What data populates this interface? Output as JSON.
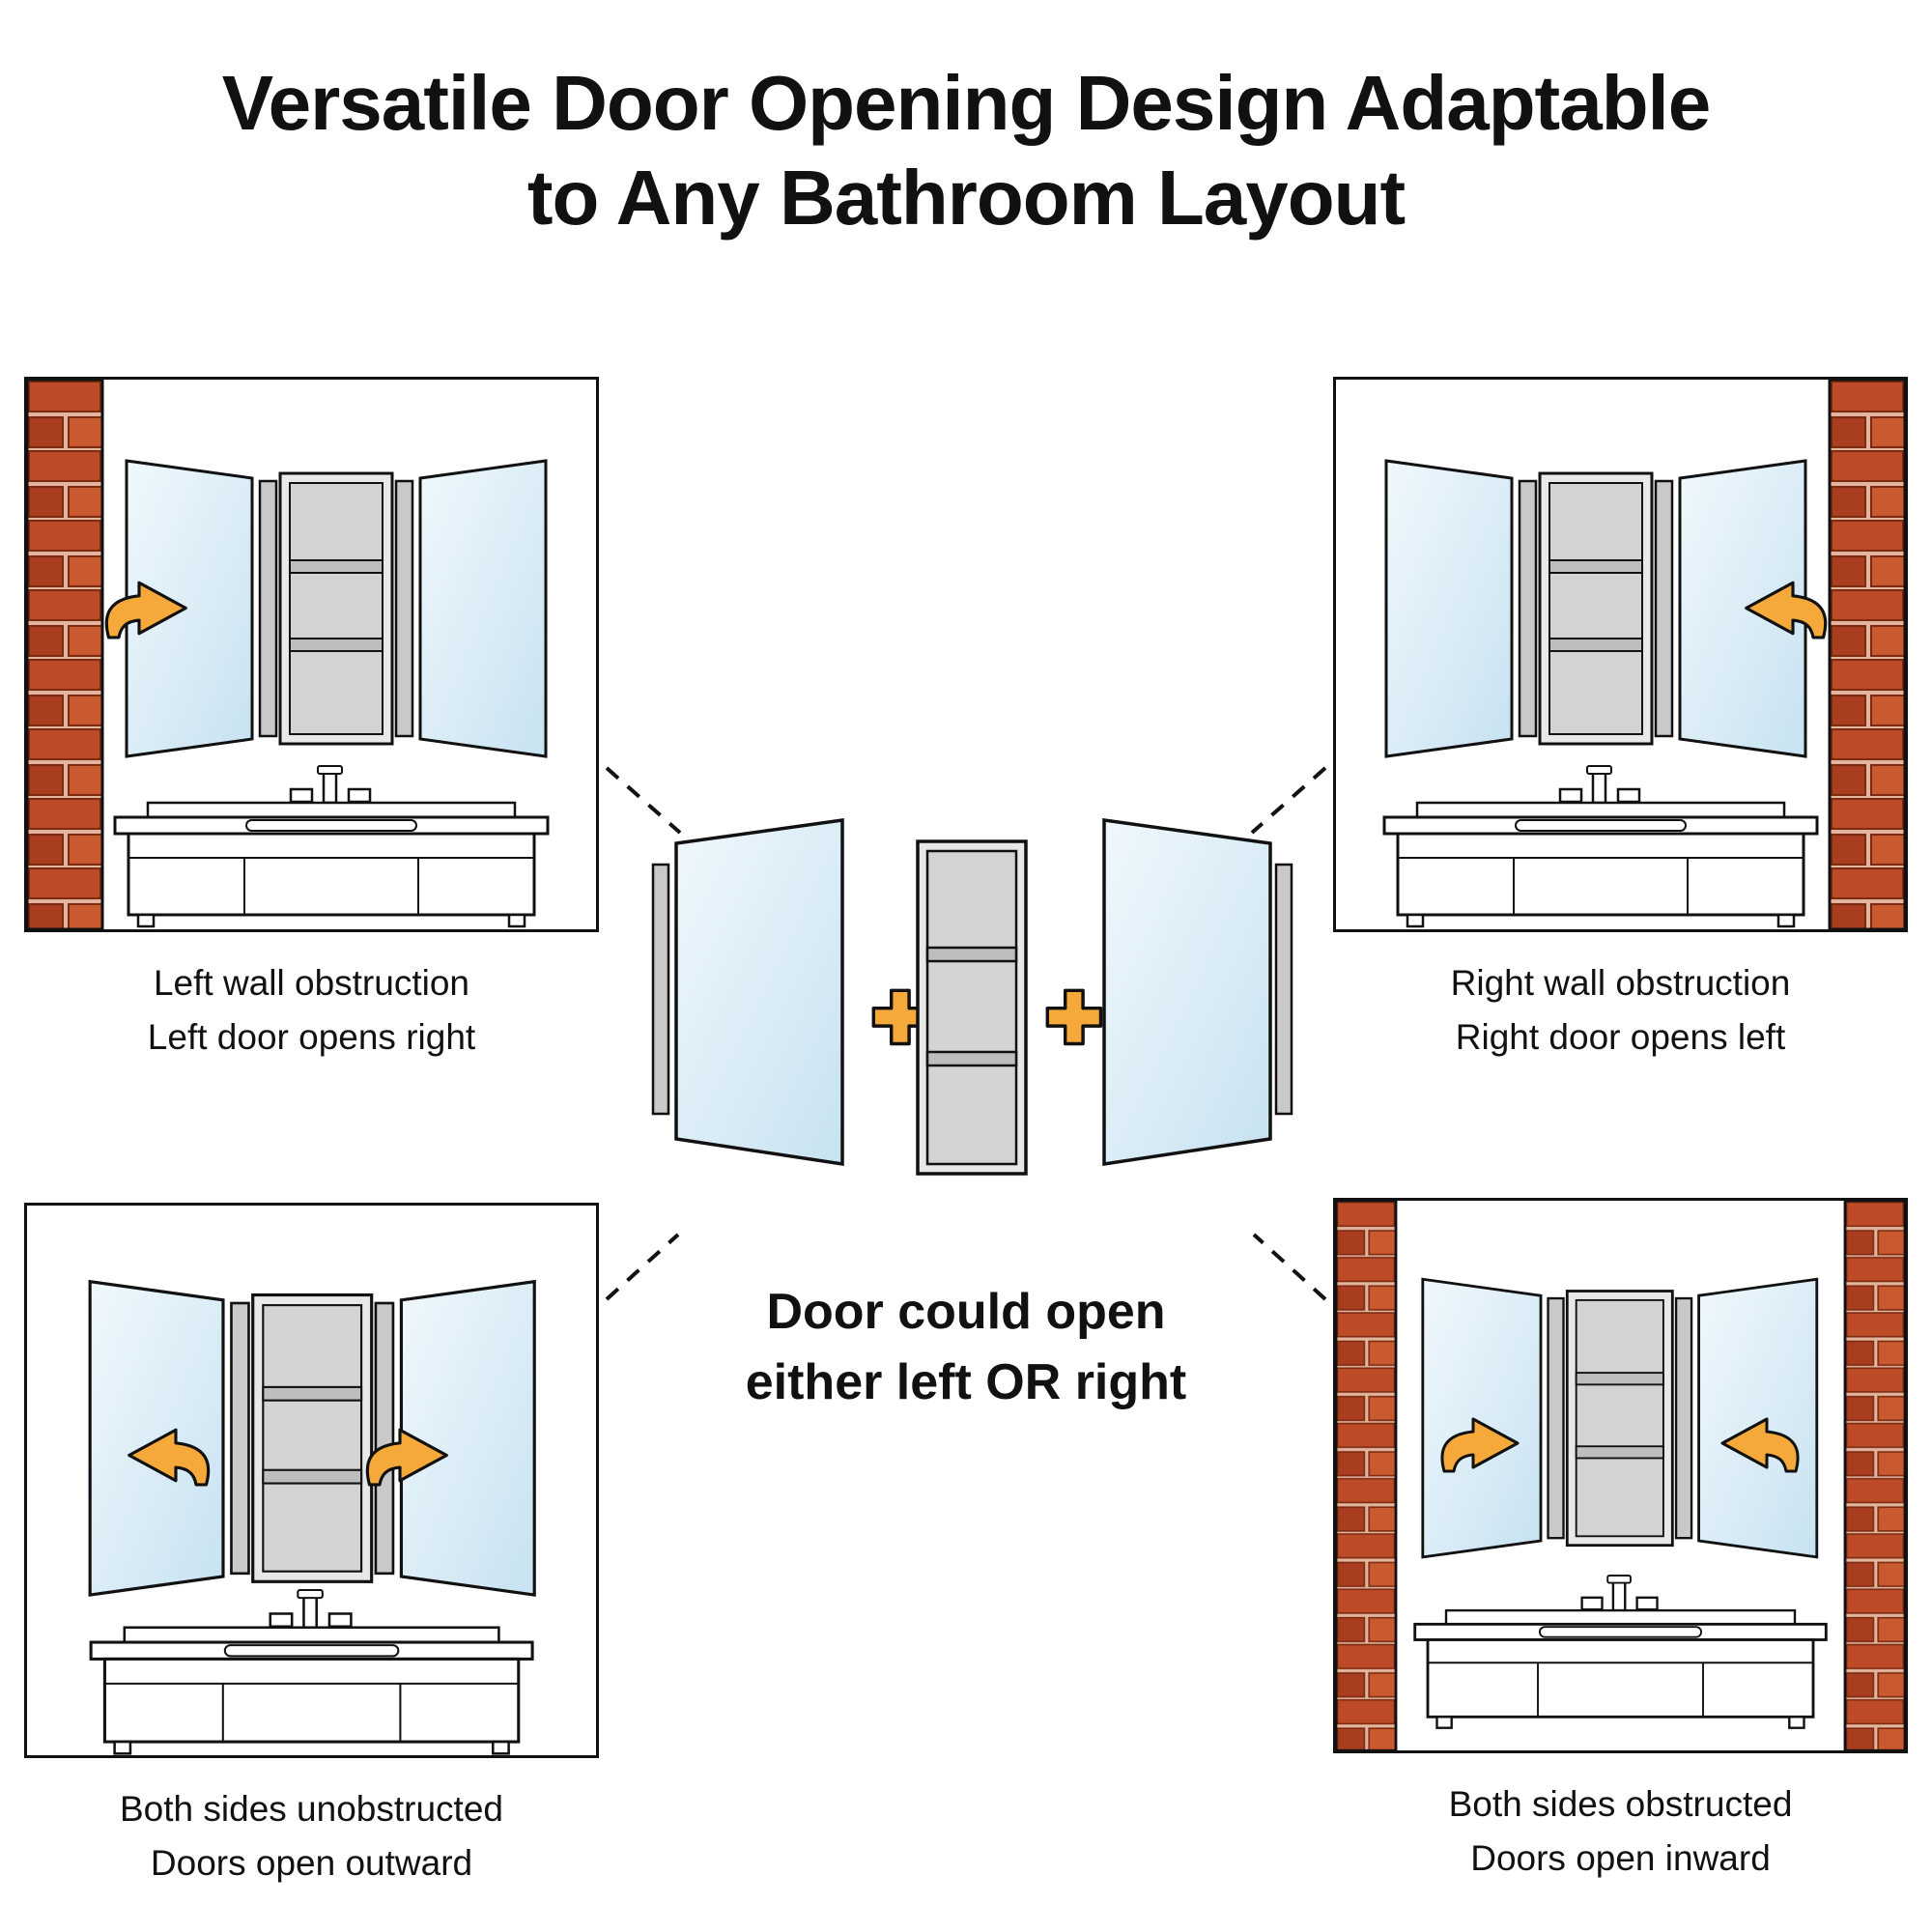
{
  "title_line1": "Versatile Door Opening Design Adaptable",
  "title_line2": "to Any Bathroom Layout",
  "panels": [
    {
      "id": "left-wall-obstruction",
      "caption_line1": "Left wall obstruction",
      "caption_line2": "Left door opens right"
    },
    {
      "id": "right-wall-obstruction",
      "caption_line1": "Right wall obstruction",
      "caption_line2": "Right door opens left"
    },
    {
      "id": "both-sides-unobstructed",
      "caption_line1": "Both sides unobstructed",
      "caption_line2": "Doors open outward"
    },
    {
      "id": "both-sides-obstructed",
      "caption_line1": "Both sides obstructed",
      "caption_line2": "Doors open inward"
    }
  ],
  "center": {
    "caption_line1": "Door could open",
    "caption_line2": "either left OR right"
  },
  "colors": {
    "arrow": "#F5A93B",
    "outline": "#111111",
    "brick": "#BE4B28",
    "brick_dark": "#A83D1F",
    "brick_light": "#C9592F",
    "mortar": "#E3B59D",
    "mirror_light": "#F0F8FC",
    "mirror_dark": "#C7E2F1",
    "cabinet_gray": "#D3D3D3"
  },
  "icons": {
    "arrow_right": "arrow-right-icon",
    "arrow_left": "arrow-left-icon",
    "plus": "plus-icon"
  }
}
